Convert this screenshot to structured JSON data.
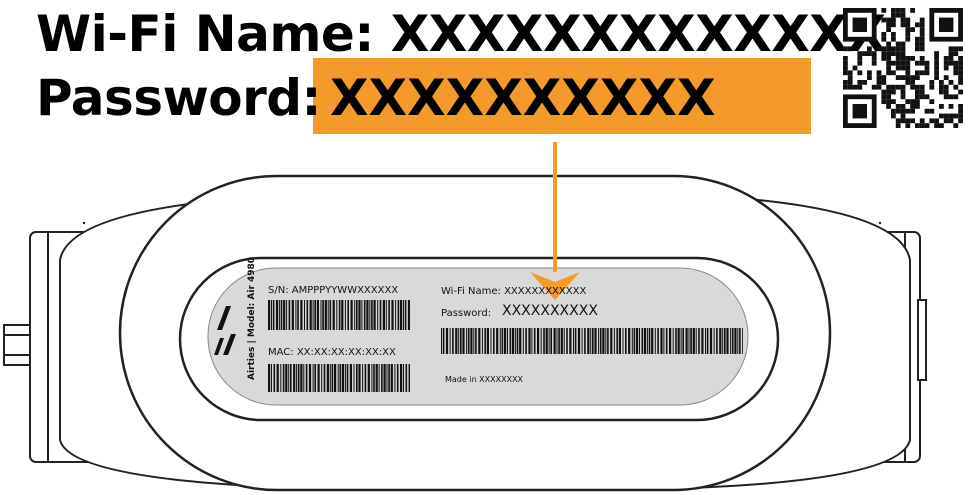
{
  "callout": {
    "wifi_name_line": "Wi-Fi Name: XXXXXXXXXXXXX",
    "password_label": "Password:",
    "password_value": "XXXXXXXXXX"
  },
  "label": {
    "serial": "S/N: AMPPPYYWWXXXXXX",
    "mac": "MAC: XX:XX:XX:XX:XX:XX",
    "side_text": "Airties | Model: Air 4980",
    "wifi_name": "Wi-Fi Name: XXXXXXXXXXXX",
    "password_prefix": "Password:",
    "password_value": "XXXXXXXXXX",
    "made_in": "Made in XXXXXXXX"
  },
  "colors": {
    "highlight": "#f39a2b",
    "label_bg": "#d9d9d9",
    "outline": "#222222"
  },
  "icons": [
    "qr-code-icon",
    "airties-logo-icon",
    "arrow-down-icon"
  ]
}
